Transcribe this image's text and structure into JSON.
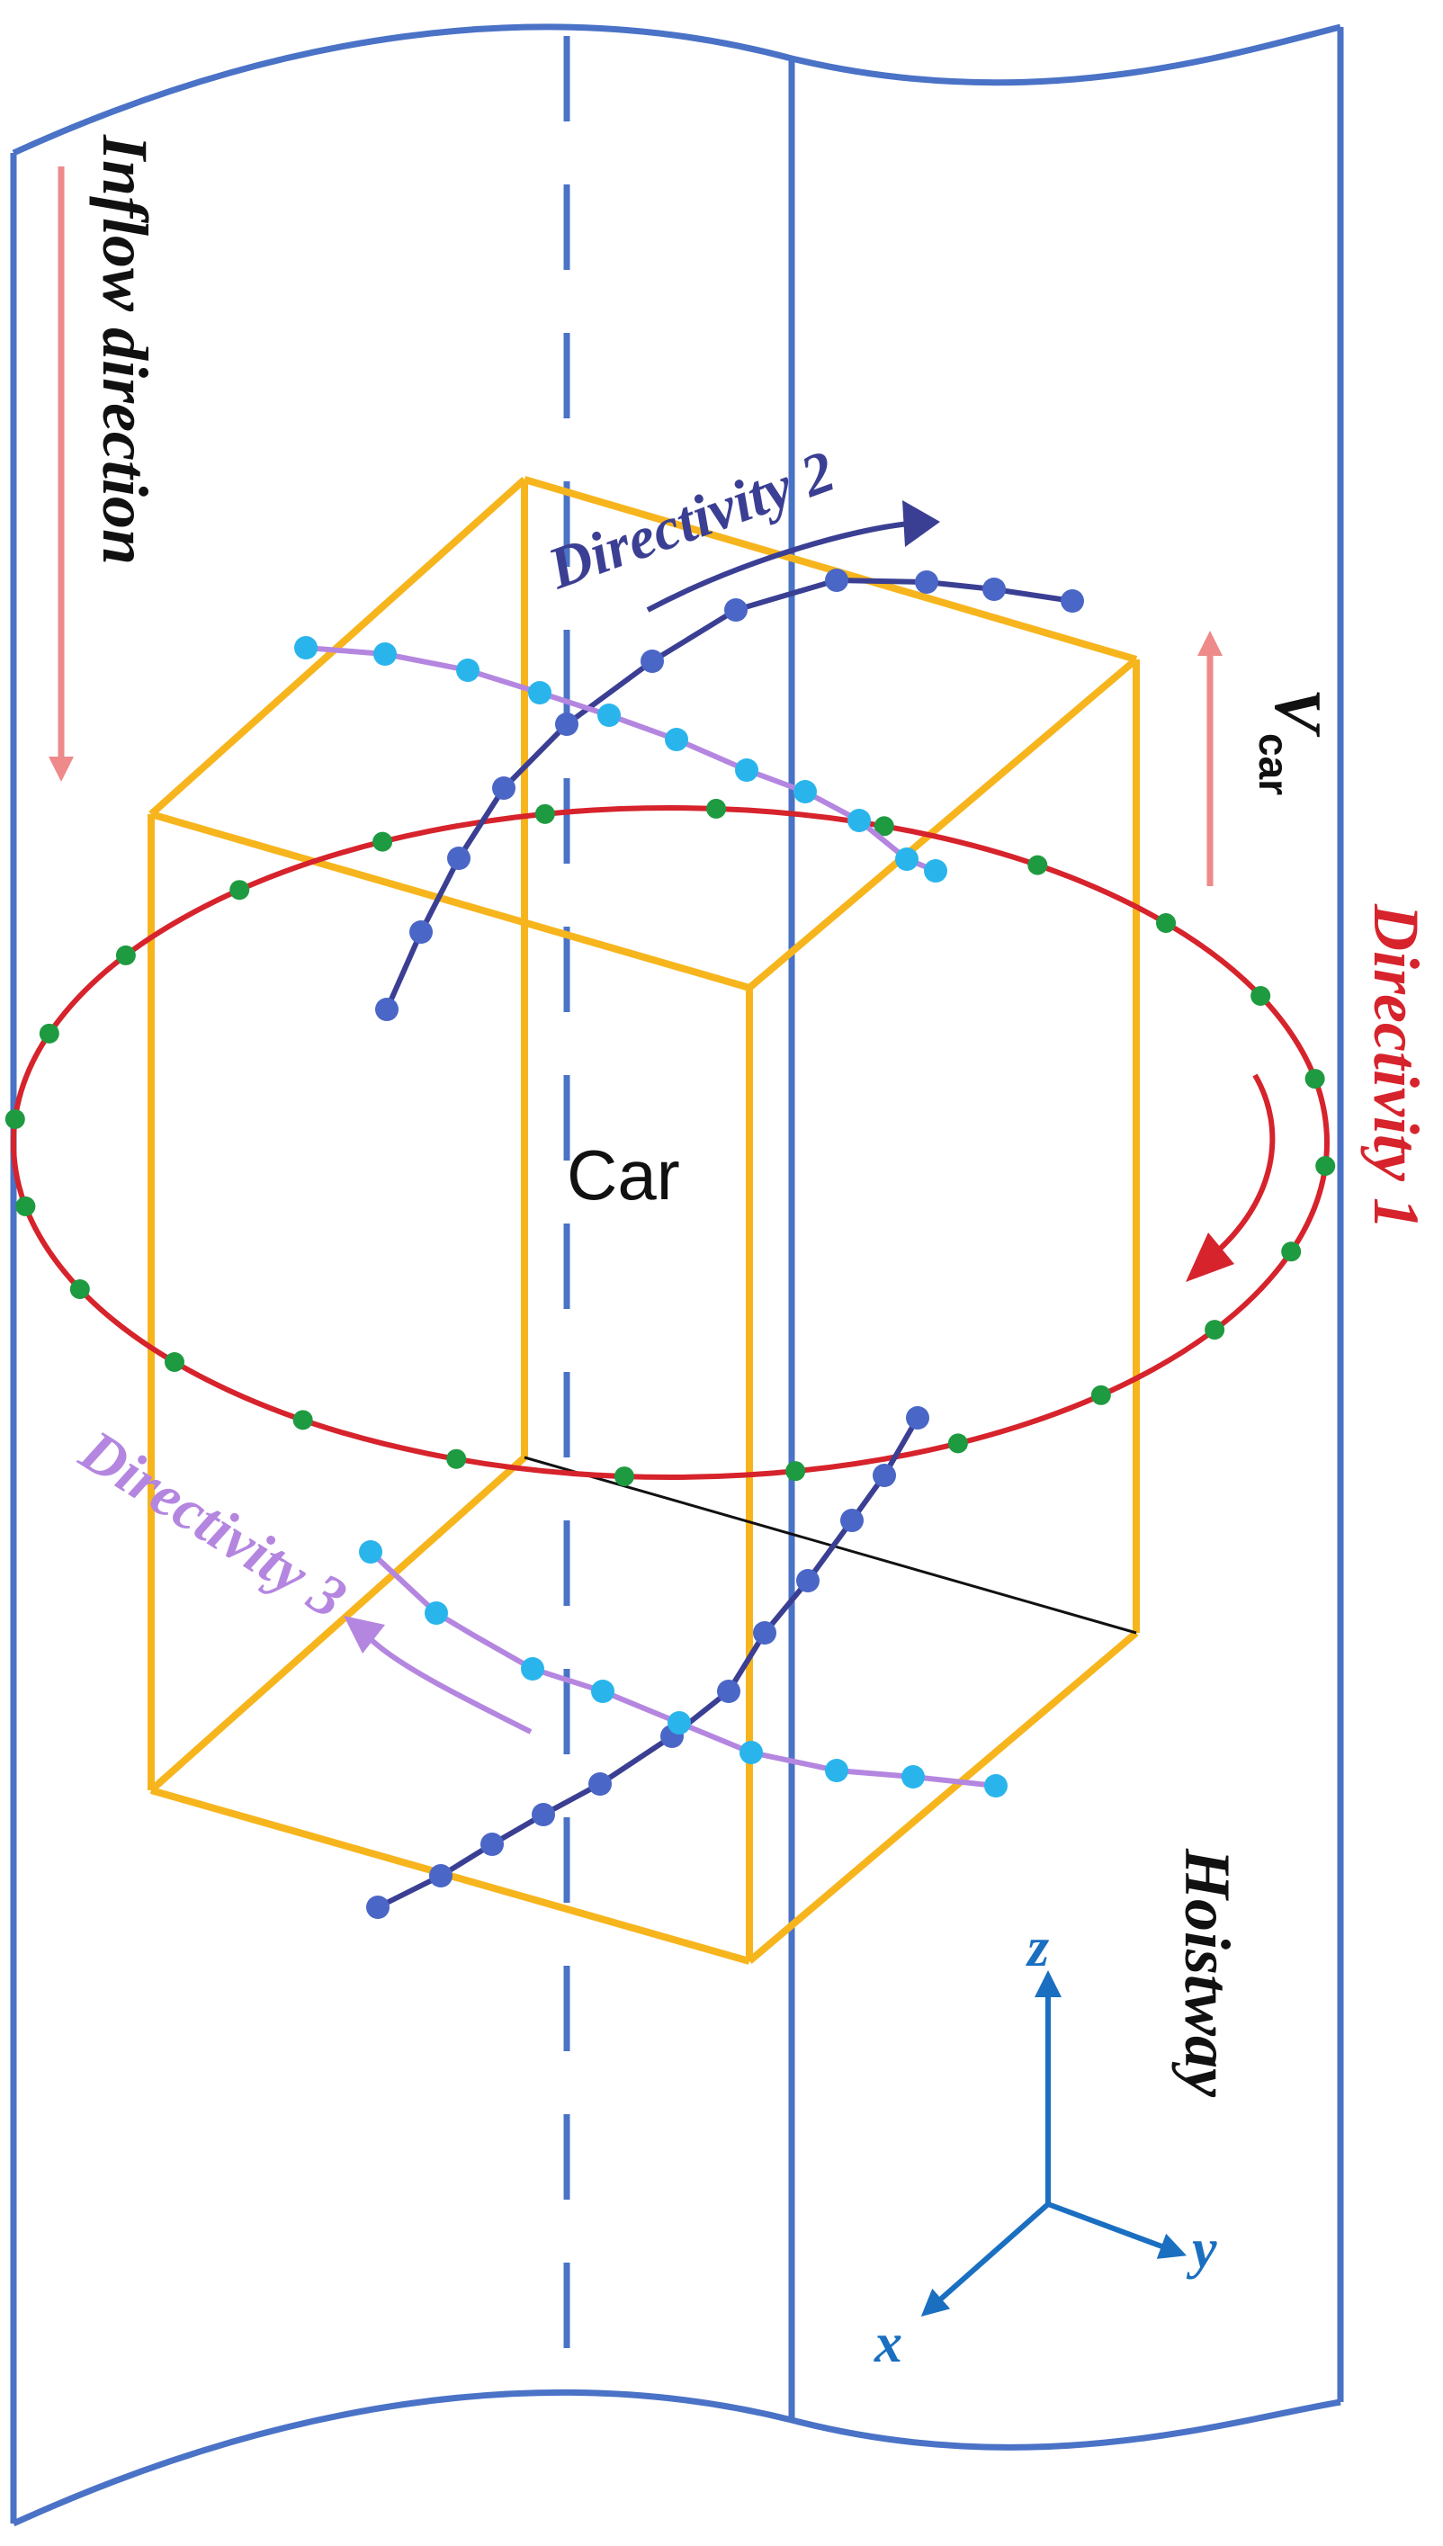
{
  "labels": {
    "inflow": "Inflow direction",
    "directivity1": "Directivity 1",
    "directivity2": "Directivity 2",
    "directivity3": "Directivity 3",
    "v_symbol": "V",
    "v_subscript": "car",
    "car": "Car",
    "hoistway": "Hoistway",
    "axis_x": "x",
    "axis_y": "y",
    "axis_z": "z"
  },
  "colors": {
    "hoistway": "#4A72C6",
    "car_box": "#F7B51D",
    "directivity1": "#D6232C",
    "directivity1_points": "#1E9A40",
    "directivity2": "#3B3F93",
    "directivity2_points": "#4A66C6",
    "directivity3": "#B486E0",
    "directivity3_points": "#29B5EC",
    "arrows_pink": "#EE8A8A",
    "axes": "#1A6FC0"
  }
}
